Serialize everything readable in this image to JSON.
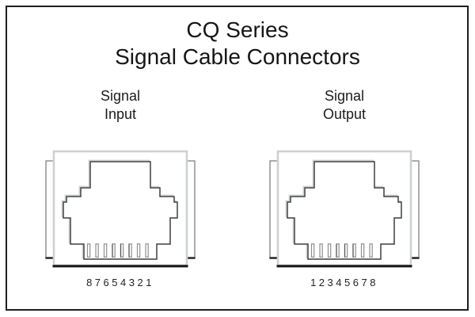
{
  "figure": {
    "title_line1": "CQ Series",
    "title_line2": "Signal Cable Connectors"
  },
  "connectors": [
    {
      "id": "signal-input",
      "label_line1": "Signal",
      "label_line2": "Input",
      "pin_numbers": "87654321",
      "pin_count": 8,
      "jack_type": "RJ45 modular jack, front view"
    },
    {
      "id": "signal-output",
      "label_line1": "Signal",
      "label_line2": "Output",
      "pin_numbers": "12345678",
      "pin_count": 8,
      "jack_type": "RJ45 modular jack, front view"
    }
  ],
  "colors": {
    "background": "#ffffff",
    "frame_border": "#1f1f1f",
    "outline_dark": "#3f3f3f",
    "outline_light": "#cdd1d4",
    "ear_stroke": "#8a8a8a",
    "body_bottom": "#1a1a1a",
    "pin_stroke": "#8f8f8f",
    "text": "#161616"
  }
}
